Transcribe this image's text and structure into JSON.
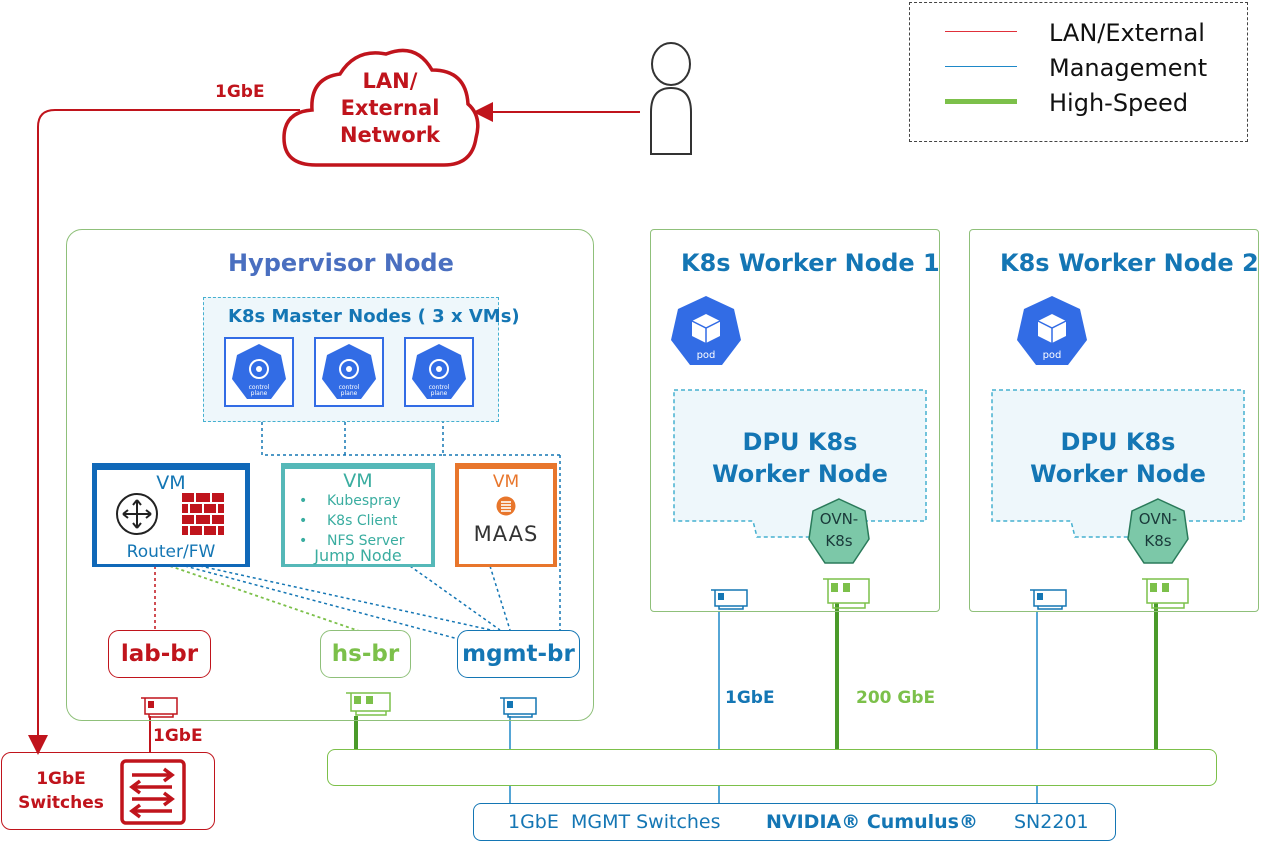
{
  "legend": {
    "items": [
      {
        "label": "LAN/External",
        "color": "#e0303a",
        "style": "thin"
      },
      {
        "label": "Management",
        "color": "#1e88c8",
        "style": "thin"
      },
      {
        "label": "High-Speed",
        "color": "#7cc04a",
        "style": "thick"
      }
    ]
  },
  "cloud": {
    "line1": "LAN/",
    "line2": "External",
    "line3": "Network",
    "link_label": "1GbE"
  },
  "user": {
    "icon": "person-icon"
  },
  "hypervisor": {
    "title": "Hypervisor Node",
    "masters": {
      "title": "K8s Master Nodes ( 3 x VMs)",
      "icon_text": "control plane",
      "icon": "k8s-control-plane-icon"
    },
    "router_vm": {
      "vm_label": "VM",
      "caption": "Router/FW"
    },
    "jump_vm": {
      "vm_label": "VM",
      "items": [
        "Kubespray",
        "K8s Client",
        "NFS Server"
      ],
      "caption": "Jump Node"
    },
    "maas_vm": {
      "vm_label": "VM",
      "caption": "MAAS"
    },
    "bridges": {
      "lab": "lab-br",
      "hs": "hs-br",
      "mgmt": "mgmt-br"
    }
  },
  "workers": [
    {
      "title": "K8s Worker Node 1",
      "pod_label": "pod",
      "dpu_line1": "DPU K8s",
      "dpu_line2": "Worker Node",
      "ovn_line1": "OVN-",
      "ovn_line2": "K8s"
    },
    {
      "title": "K8s Worker Node 2",
      "pod_label": "pod",
      "dpu_line1": "DPU K8s",
      "dpu_line2": "Worker Node",
      "ovn_line1": "OVN-",
      "ovn_line2": "K8s"
    }
  ],
  "links": {
    "lab_uplink": "1GbE",
    "mgmt_link": "1GbE",
    "hs_link": "200 GbE"
  },
  "switch_1gbe": {
    "line1": "1GbE",
    "line2": "Switches"
  },
  "bottom_bar": {
    "mgmt": "1GbE  MGMT Switches",
    "brand": "NVIDIA® Cumulus®",
    "model": "SN2201"
  },
  "colors": {
    "red": "#c0141c",
    "blue": "#1476b4",
    "green": "#7cc04a",
    "teal": "#3aada0",
    "orange": "#e8762c",
    "k8s": "#326ce5",
    "panel_border": "#8fc07a"
  }
}
